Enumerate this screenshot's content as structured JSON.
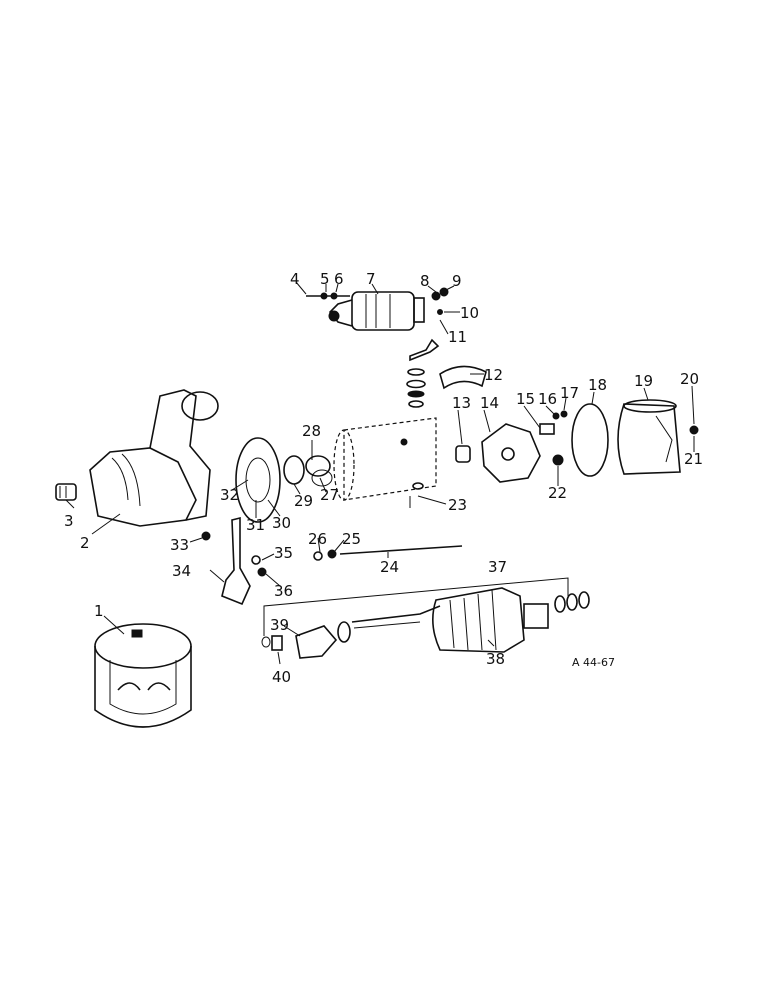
{
  "figure_code": "A 44-67",
  "callouts": {
    "c1": "1",
    "c2": "2",
    "c3": "3",
    "c4": "4",
    "c5": "5",
    "c6": "6",
    "c7": "7",
    "c8": "8",
    "c9": "9",
    "c10": "10",
    "c11": "11",
    "c12": "12",
    "c13": "13",
    "c14": "14",
    "c15": "15",
    "c16": "16",
    "c17": "17",
    "c18": "18",
    "c19": "19",
    "c20": "20",
    "c21": "21",
    "c22": "22",
    "c23": "23",
    "c24": "24",
    "c25": "25",
    "c26": "26",
    "c27": "27",
    "c28": "28",
    "c29": "29",
    "c30": "30",
    "c31": "31",
    "c32": "32",
    "c33": "33",
    "c34": "34",
    "c35": "35",
    "c36": "36",
    "c37": "37",
    "c38": "38",
    "c39": "39",
    "c40": "40"
  }
}
